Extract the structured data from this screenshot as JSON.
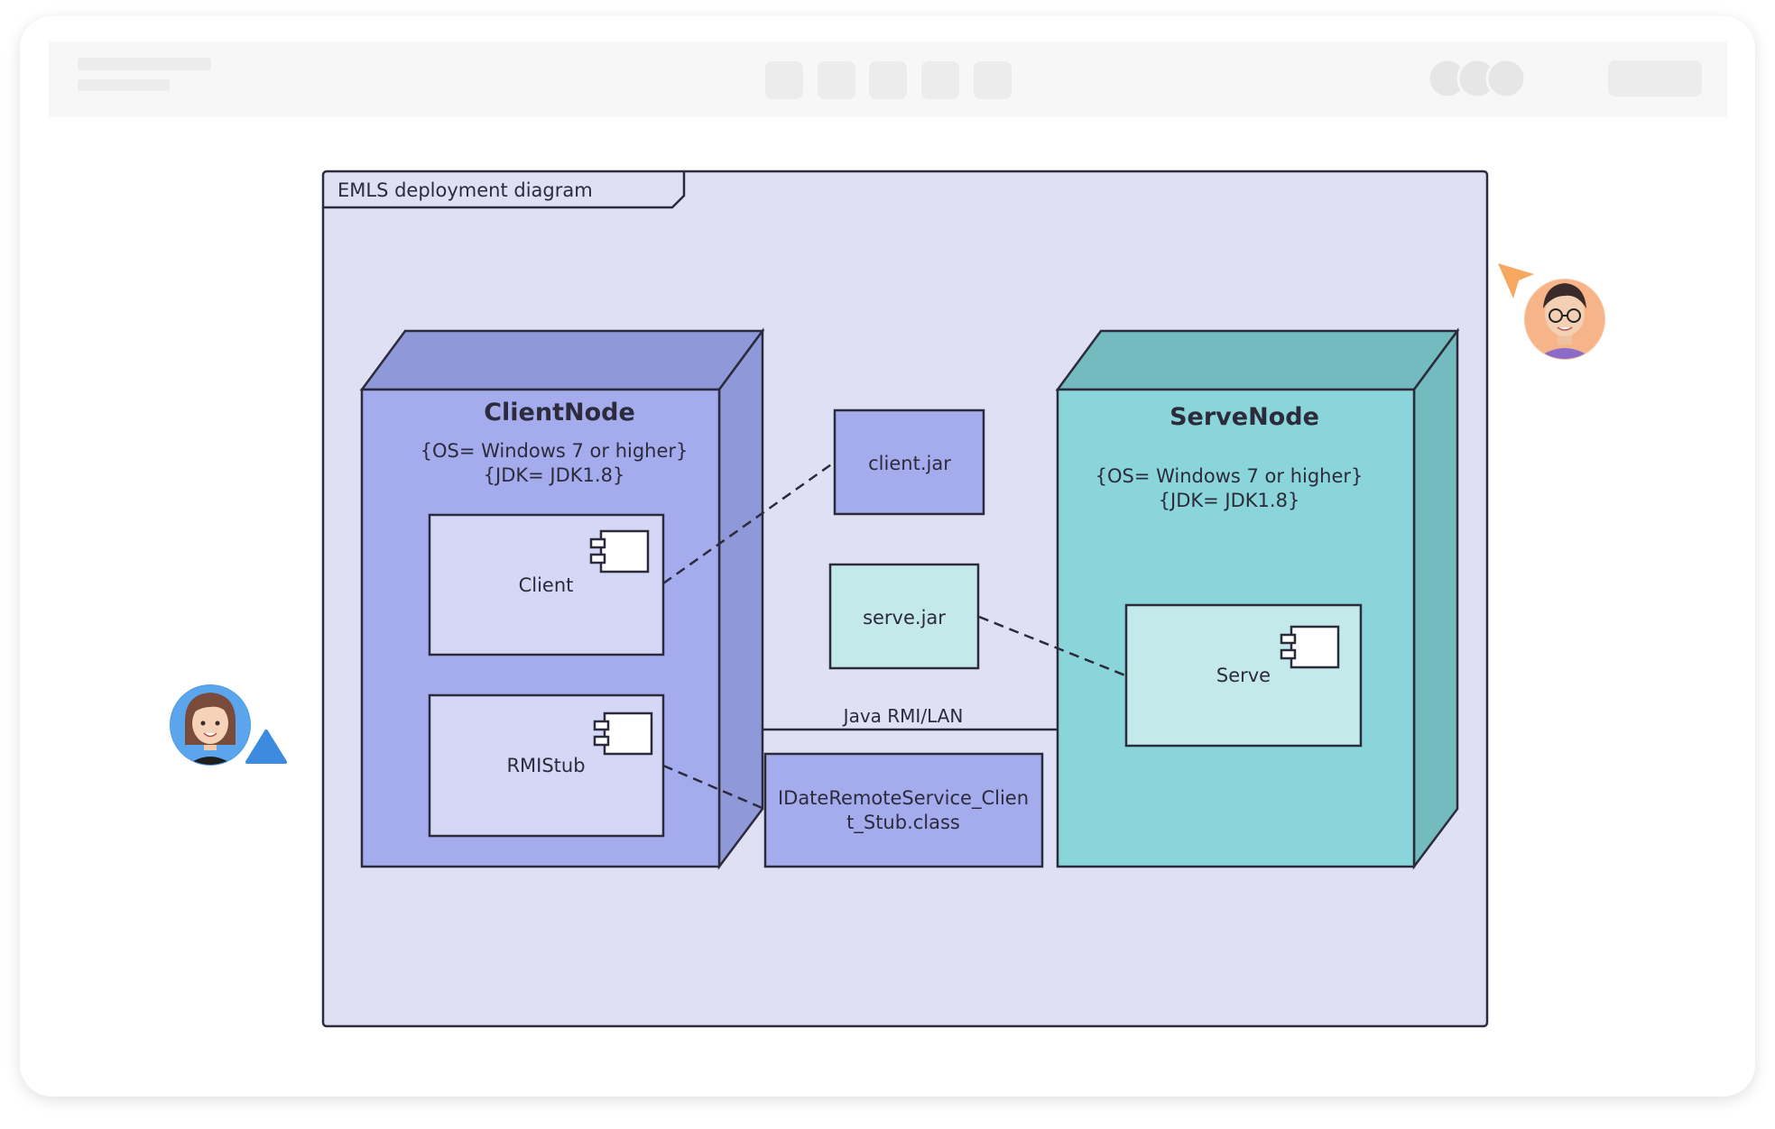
{
  "frame": {
    "title": "EMLS deployment diagram"
  },
  "nodes": {
    "client": {
      "title": "ClientNode",
      "os": "{OS= Windows 7 or higher}",
      "jdk": "{JDK= JDK1.8}",
      "components": {
        "client": "Client",
        "rmistub": "RMIStub"
      }
    },
    "serve": {
      "title": "ServeNode",
      "os": "{OS= Windows 7 or higher}",
      "jdk": "{JDK= JDK1.8}",
      "components": {
        "serve": "Serve"
      }
    }
  },
  "artifacts": {
    "client_jar": "client.jar",
    "serve_jar": "serve.jar",
    "stub_class_line1": "IDateRemoteService_Clien",
    "stub_class_line2": "t_Stub.class"
  },
  "connection": {
    "label": "Java RMI/LAN"
  },
  "colors": {
    "frame_fill": "#dfe0f4",
    "client_front": "#a5acee",
    "client_side": "#8f98d8",
    "component_fill": "#d5d7f6",
    "serve_front": "#8ad5d9",
    "serve_side": "#73bbbe",
    "serve_component_fill": "#c3e9eb",
    "cursor_orange": "#f7a860",
    "cursor_blue": "#3d8be0"
  }
}
